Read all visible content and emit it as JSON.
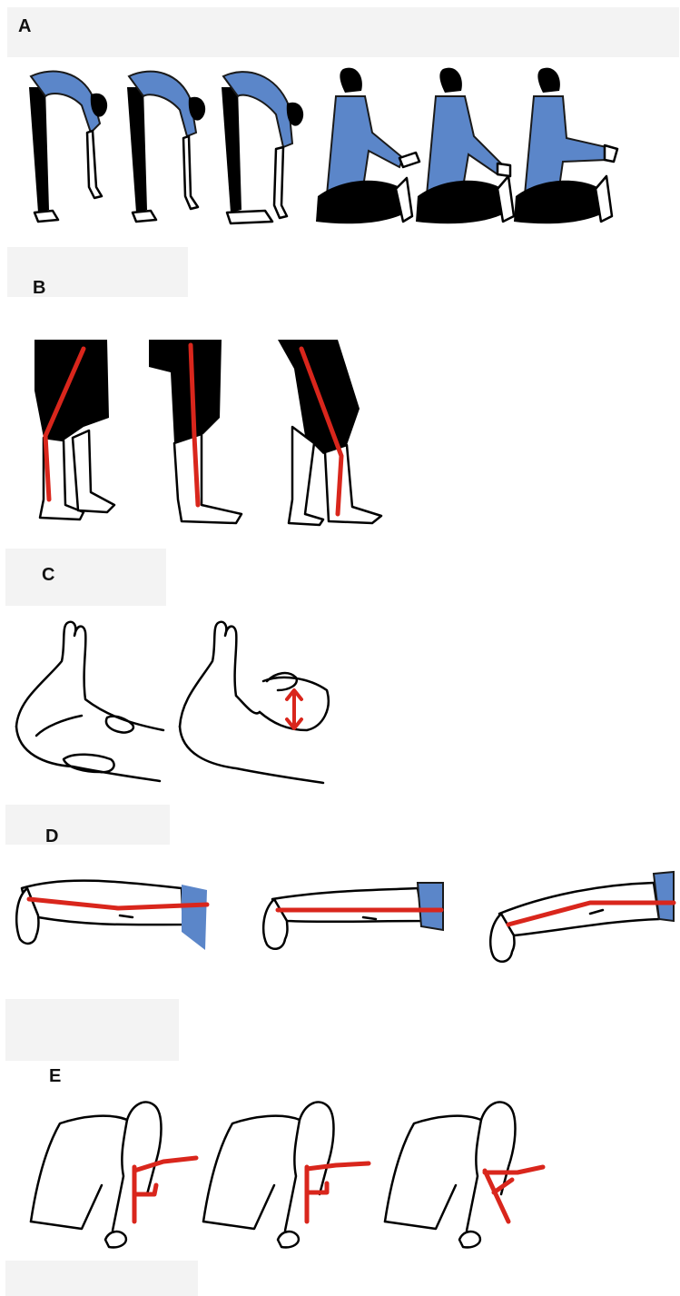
{
  "panels": [
    {
      "label": "A"
    },
    {
      "label": "B"
    },
    {
      "label": "C"
    },
    {
      "label": "D"
    },
    {
      "label": "E"
    }
  ],
  "colors": {
    "shirt": "#5b86c9",
    "trousers": "#000000",
    "measurement_line": "#d9261c",
    "label_band": "#f3f3f3"
  }
}
